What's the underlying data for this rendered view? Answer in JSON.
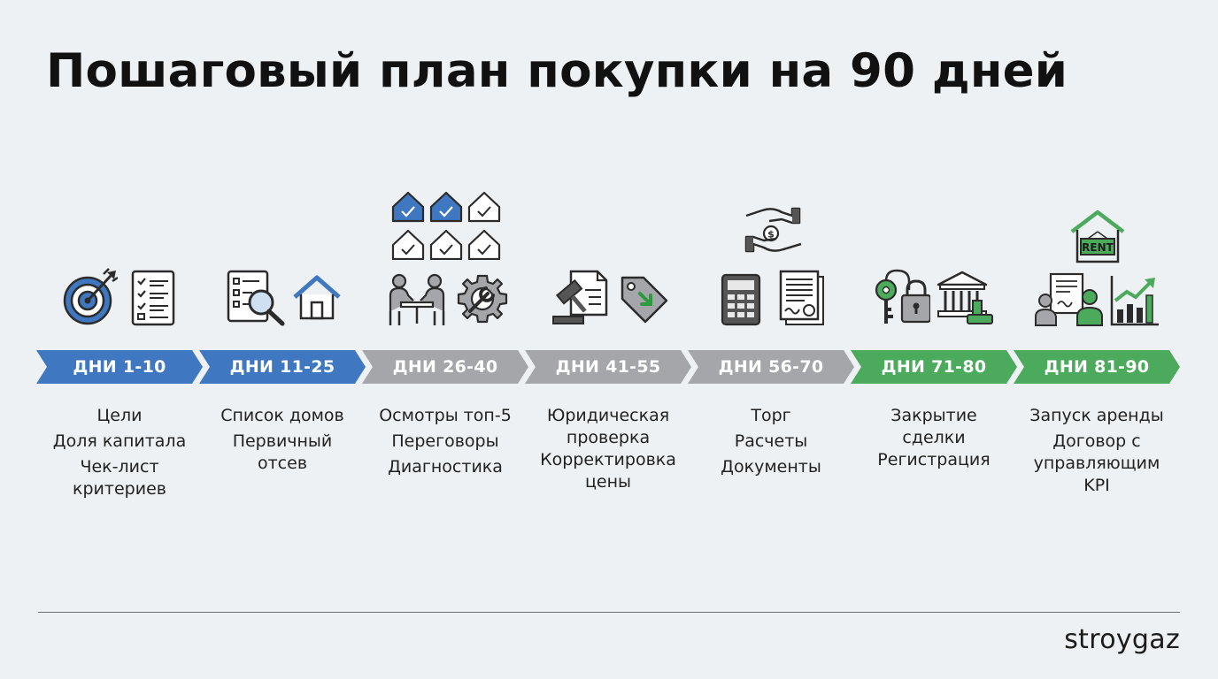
{
  "title": "Пошаговый план покупки на 90 дней",
  "brand": "stroygaz",
  "colors": {
    "blue": "#3f78c0",
    "gray": "#a4a6a9",
    "green": "#4caa5d",
    "dark": "#2b2b2b"
  },
  "stages": [
    {
      "label": "ДНИ 1-10",
      "color": "blue",
      "icons": [
        "target-icon",
        "checklist-icon"
      ],
      "tasks": [
        "Цели",
        "Доля капитала",
        "Чек-лист критериев"
      ]
    },
    {
      "label": "ДНИ 11-25",
      "color": "blue",
      "icons": [
        "document-search-icon",
        "house-icon"
      ],
      "tasks": [
        "Список домов",
        "Первичный отсев"
      ]
    },
    {
      "label": "ДНИ 26-40",
      "color": "gray",
      "icons": [
        "houses-grid-icon",
        "meeting-icon",
        "gear-wrench-icon"
      ],
      "tasks": [
        "Осмотры топ-5",
        "Переговоры",
        "Диагностика"
      ]
    },
    {
      "label": "ДНИ 41-55",
      "color": "gray",
      "icons": [
        "gavel-document-icon",
        "price-tag-icon"
      ],
      "tasks": [
        "Юридическая проверка",
        "Корректировка цены"
      ]
    },
    {
      "label": "ДНИ 56-70",
      "color": "gray",
      "icons": [
        "hand-coin-icon",
        "calculator-icon",
        "contract-icon"
      ],
      "tasks": [
        "Торг",
        "Расчеты",
        "Документы"
      ]
    },
    {
      "label": "ДНИ 71-80",
      "color": "green",
      "icons": [
        "key-lock-icon",
        "bank-stamp-icon"
      ],
      "tasks": [
        "Закрытие сделки",
        "Регистрация"
      ]
    },
    {
      "label": "ДНИ 81-90",
      "color": "green",
      "icons": [
        "rent-house-icon",
        "manager-contract-icon",
        "growth-chart-icon"
      ],
      "tasks": [
        "Запуск аренды",
        "Договор с управляющим",
        "KPI"
      ],
      "rent_sign": "RENT"
    }
  ]
}
